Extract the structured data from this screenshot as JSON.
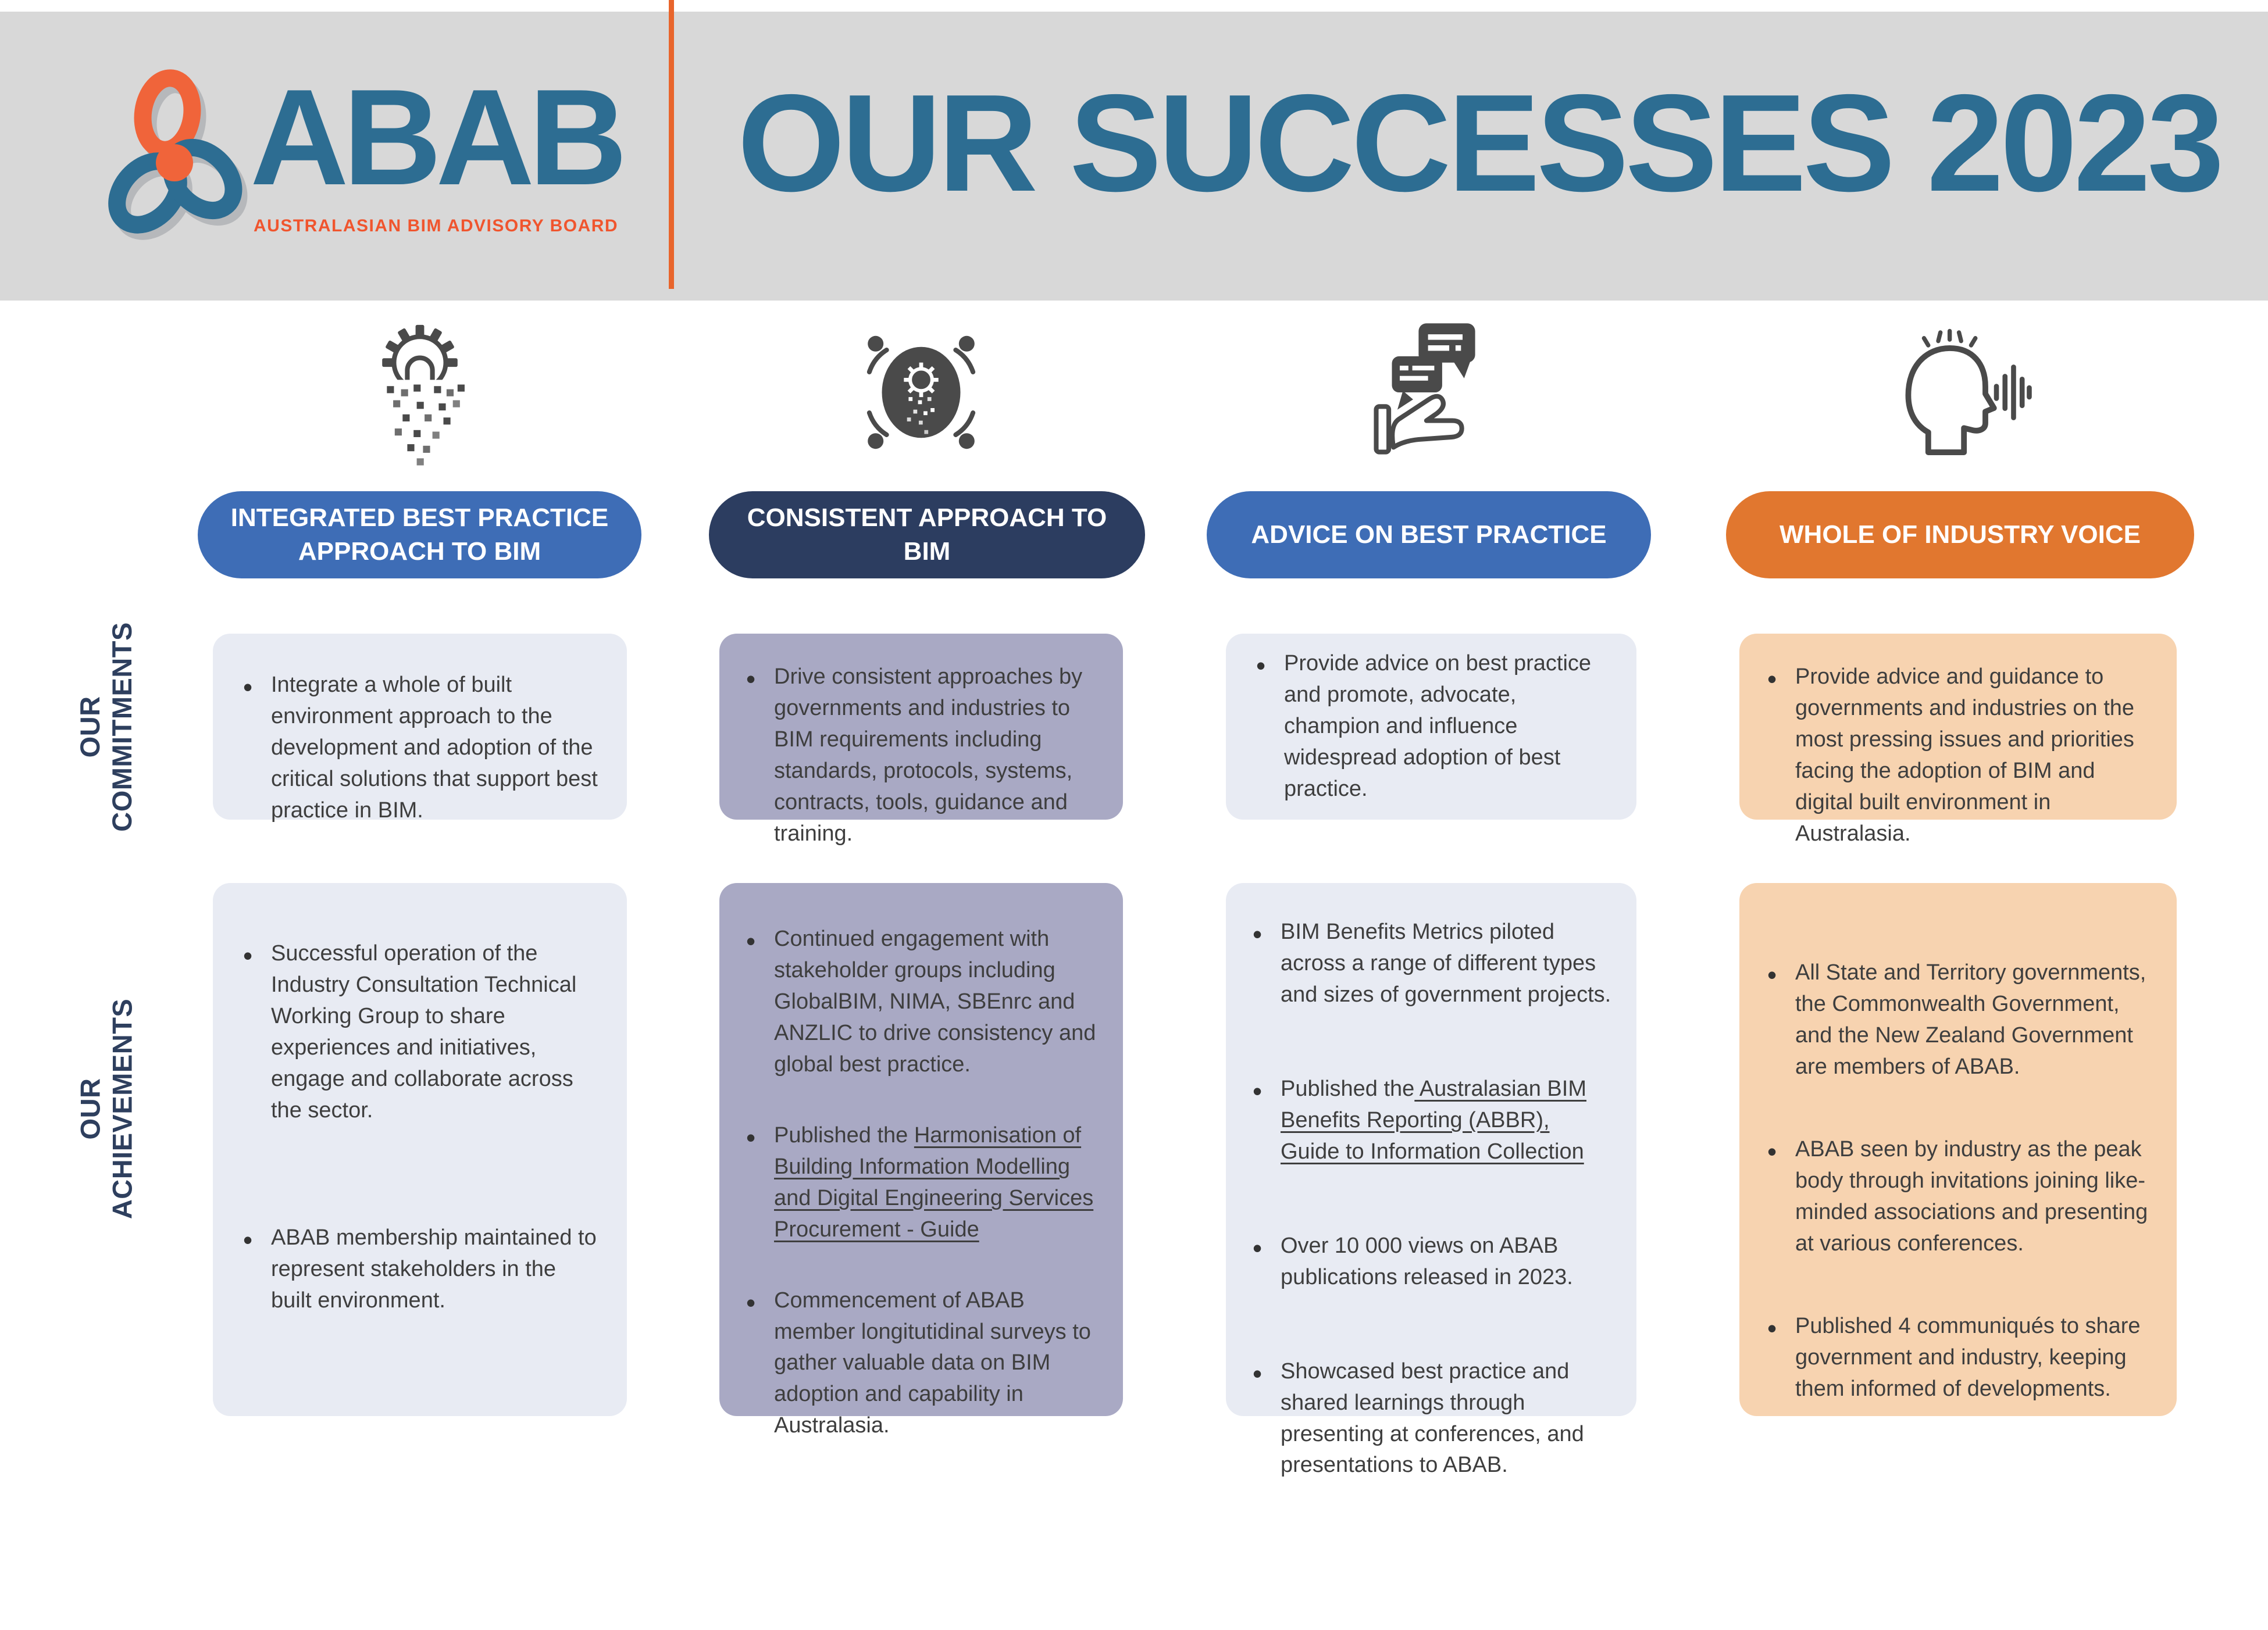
{
  "header": {
    "logo_abbr": "ABAB",
    "logo_tagline": "AUSTRALASIAN BIM ADVISORY BOARD",
    "title": "OUR SUCCESSES 2023"
  },
  "row_labels": {
    "commitments": "OUR\nCOMMITMENTS",
    "achievements": "OUR\nACHIEVEMENTS"
  },
  "columns": [
    {
      "icon": "dissolving-gear-icon",
      "pill": {
        "label": "INTEGRATED BEST PRACTICE APPROACH TO BIM",
        "color": "#3e6db6"
      },
      "card_color": "#e8ebf3",
      "commitments": [
        "Integrate a whole of built environment approach to the development and adoption of the critical solutions that support best practice in BIM."
      ],
      "achievements": [
        "Successful operation of the Industry Consultation Technical Working Group to share experiences and initiatives, engage and collaborate across the sector.",
        "ABAB membership maintained to represent stakeholders in the built environment."
      ]
    },
    {
      "icon": "network-gear-sphere-icon",
      "pill": {
        "label": "CONSISTENT APPROACH TO BIM",
        "color": "#2c3d60"
      },
      "card_color": "#a9a9c4",
      "commitments": [
        "Drive consistent approaches by governments and industries to BIM requirements including standards, protocols, systems, contracts, tools, guidance and training."
      ],
      "achievements": [
        "Continued engagement with stakeholder groups including GlobalBIM, NIMA, SBEnrc and ANZLIC to drive consistency and global best practice.",
        {
          "prefix": "Published the ",
          "link": "Harmonisation of Building Information Modelling and Digital Engineering Services Procurement - Guide"
        },
        "Commencement of ABAB member longitutidinal surveys to gather valuable data on BIM adoption and capability in Australasia."
      ]
    },
    {
      "icon": "advice-chat-hand-icon",
      "pill": {
        "label": "ADVICE ON BEST PRACTICE",
        "color": "#3e6db6"
      },
      "card_color": "#e8ebf3",
      "commitments": [
        "Provide advice on best practice and promote, advocate, champion and influence widespread adoption of best practice."
      ],
      "achievements": [
        "BIM Benefits Metrics piloted across a range of different types and sizes of government projects.",
        {
          "prefix": "Published the",
          "link": " Australasian BIM Benefits Reporting (ABBR), Guide to Information Collection"
        },
        "Over 10 000 views on ABAB publications released in 2023.",
        "Showcased best practice and shared learnings through presenting at conferences, and presentations to ABAB."
      ]
    },
    {
      "icon": "speaking-head-voice-icon",
      "pill": {
        "label": "WHOLE OF INDUSTRY VOICE",
        "color": "#e1772f"
      },
      "card_color": "#f7d3b0",
      "commitments": [
        "Provide advice and guidance to governments and industries on the most pressing issues and priorities facing the adoption of BIM and digital built environment in Australasia."
      ],
      "achievements": [
        "All State and Territory governments, the Commonwealth Government, and the New Zealand Government are members of ABAB.",
        "ABAB seen by industry as the peak body through invitations joining like-minded associations and presenting at various conferences.",
        "Published 4 communiqués to share government and industry, keeping them informed of developments."
      ]
    }
  ],
  "colors": {
    "brand_teal": "#2d6d92",
    "brand_orange": "#f0552e",
    "divider_orange": "#e8652c",
    "header_gray": "#d8d8d8",
    "pill_blue": "#3e6db6",
    "pill_navy": "#2c3d60",
    "pill_orange": "#e1772f",
    "card_light": "#e8ebf3",
    "card_purple": "#a9a9c4",
    "card_peach": "#f7d3b0",
    "label_navy": "#2e3f5e"
  }
}
